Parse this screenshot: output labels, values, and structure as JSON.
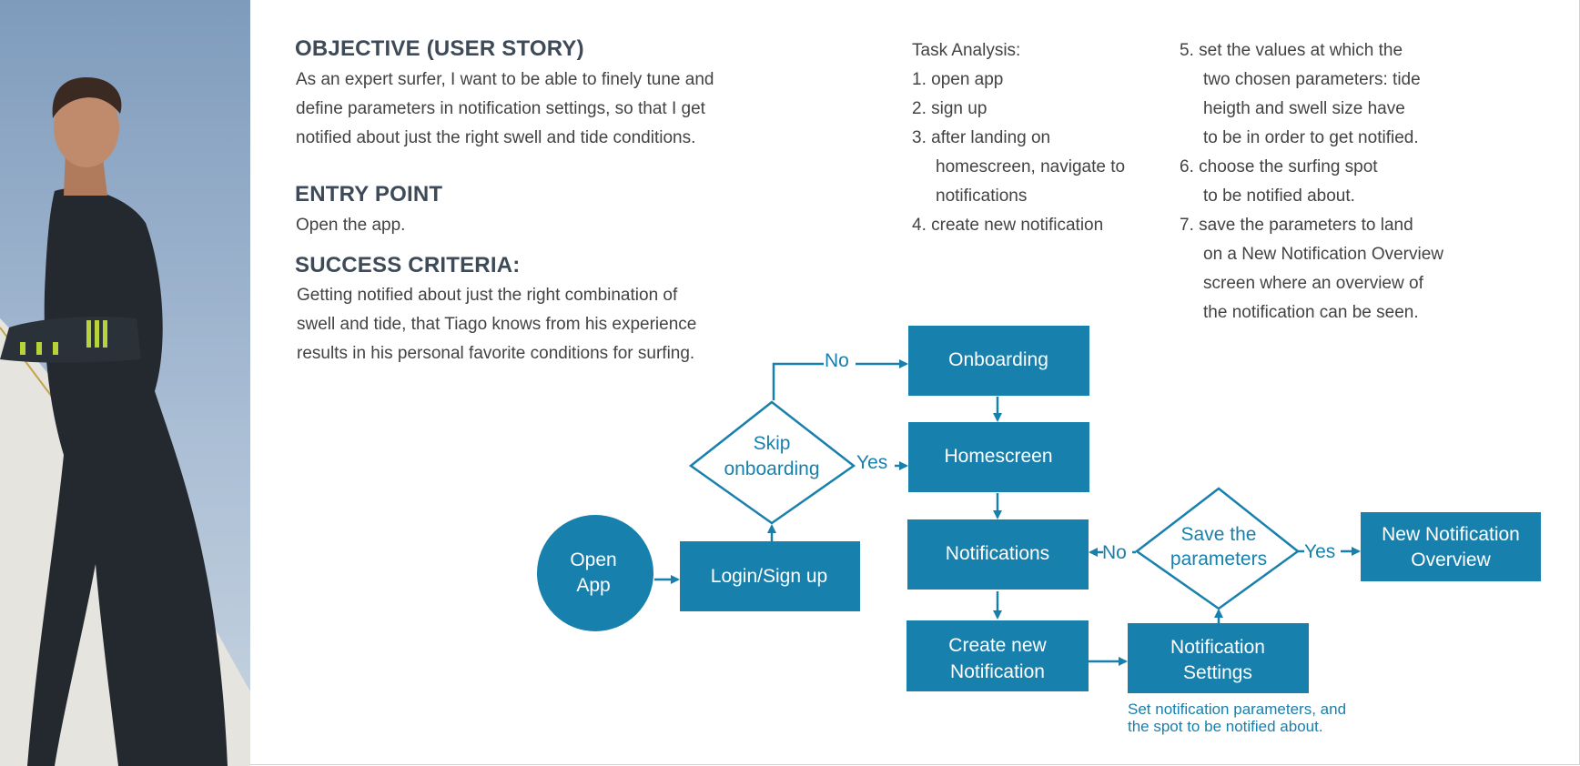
{
  "objective": {
    "heading": "OBJECTIVE (USER STORY)",
    "lines": [
      "As an expert surfer, I want to be able to finely tune and",
      "define parameters in notification settings, so that I get",
      "notified about just the right swell and tide conditions."
    ]
  },
  "entry_point": {
    "heading": "ENTRY POINT",
    "text": "Open the app."
  },
  "success_criteria": {
    "heading": "SUCCESS CRITERIA:",
    "lines": [
      "Getting notified about just the right combination of",
      "swell and tide, that Tiago knows from his experience",
      "results in his personal favorite conditions for surfing."
    ]
  },
  "task_analysis": {
    "title": "Task Analysis:",
    "col1": [
      "1. open app",
      "2. sign up",
      "3. after landing on",
      "homescreen, navigate to",
      "notifications",
      "4. create new notification"
    ],
    "col2": [
      "5. set the values at which the",
      "two chosen parameters: tide",
      "heigth and swell size have",
      "to be in order  to get notified.",
      "6. choose the surfing spot",
      "to be notified about.",
      "7. save the parameters to land",
      "on a New Notification Overview",
      "screen where an overview of",
      "the notification can be seen."
    ]
  },
  "flow": {
    "open_app": [
      "Open",
      "App"
    ],
    "login": "Login/Sign up",
    "skip": [
      "Skip",
      "onboarding"
    ],
    "onboarding": "Onboarding",
    "homescreen": "Homescreen",
    "notifications": "Notifications",
    "create": [
      "Create new",
      "Notification"
    ],
    "settings": [
      "Notification",
      "Settings"
    ],
    "save": [
      "Save the",
      "parameters"
    ],
    "overview": [
      "New Notification",
      "Overview"
    ],
    "edge_no": "No",
    "edge_yes": "Yes",
    "settings_note": [
      "Set notification parameters, and",
      "the spot to be notified about."
    ]
  },
  "colors": {
    "accent": "#1880ad",
    "heading": "#3e4a57",
    "body_text": "#434343"
  }
}
